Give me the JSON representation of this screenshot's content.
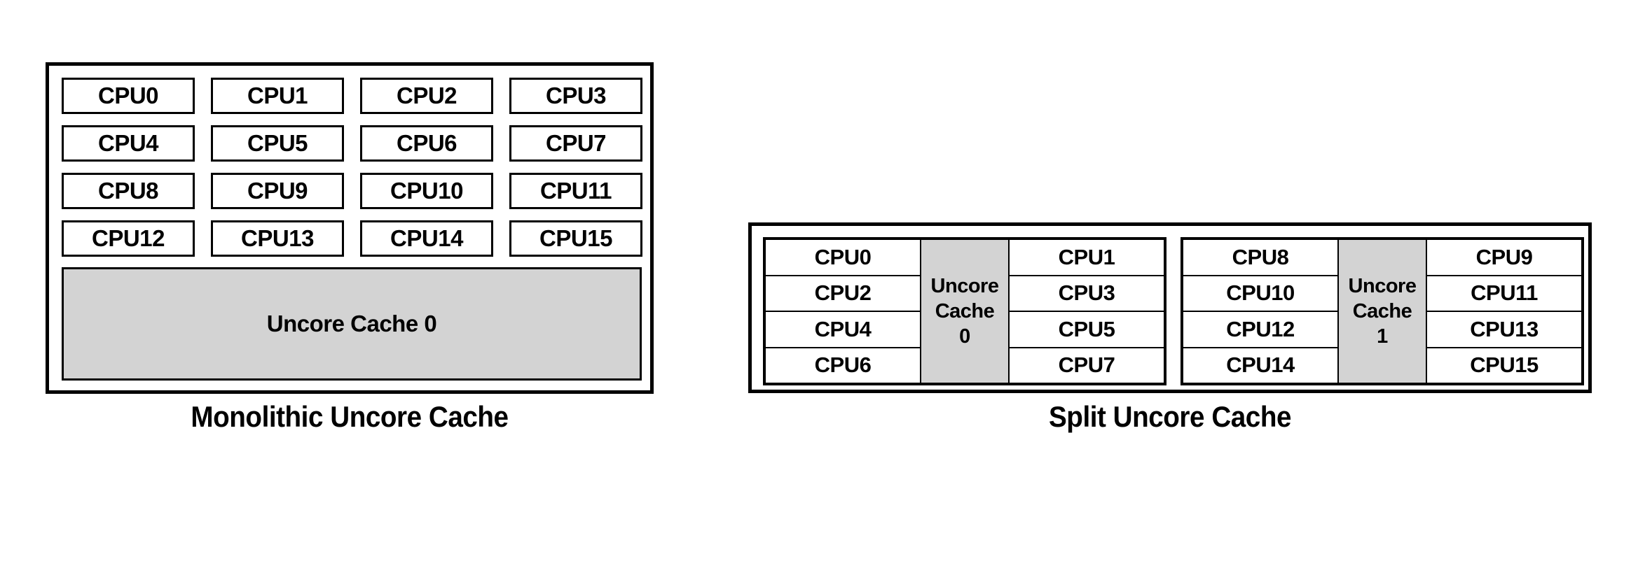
{
  "figure": {
    "colors": {
      "cache_fill": "#d3d3d3",
      "border": "#000000",
      "background": "#ffffff",
      "text": "#000000"
    }
  },
  "monolithic": {
    "caption": "Monolithic Uncore Cache",
    "cpus": [
      "CPU0",
      "CPU1",
      "CPU2",
      "CPU3",
      "CPU4",
      "CPU5",
      "CPU6",
      "CPU7",
      "CPU8",
      "CPU9",
      "CPU10",
      "CPU11",
      "CPU12",
      "CPU13",
      "CPU14",
      "CPU15"
    ],
    "cache": {
      "label": "Uncore Cache 0"
    }
  },
  "split": {
    "caption": "Split Uncore Cache",
    "groups": [
      {
        "left_cpus": [
          "CPU0",
          "CPU2",
          "CPU4",
          "CPU6"
        ],
        "cache": {
          "line1": "Uncore",
          "line2": "Cache",
          "line3": "0"
        },
        "right_cpus": [
          "CPU1",
          "CPU3",
          "CPU5",
          "CPU7"
        ]
      },
      {
        "left_cpus": [
          "CPU8",
          "CPU10",
          "CPU12",
          "CPU14"
        ],
        "cache": {
          "line1": "Uncore",
          "line2": "Cache",
          "line3": "1"
        },
        "right_cpus": [
          "CPU9",
          "CPU11",
          "CPU13",
          "CPU15"
        ]
      }
    ]
  }
}
